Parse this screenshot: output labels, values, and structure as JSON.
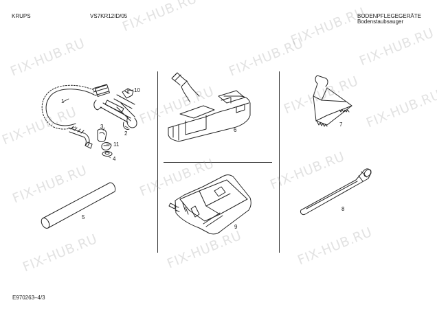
{
  "header": {
    "brand": "KRUPS",
    "model": "VS7KR12ID/05",
    "category": "BODENPFLEGEGERÄTE",
    "subcategory": "Bodenstaubsauger"
  },
  "footer": {
    "doc_id": "E970263–4/3"
  },
  "watermark": "FIX-HUB.RU",
  "parts": {
    "p1": "1",
    "p2": "2",
    "p3": "3",
    "p4": "4",
    "p5": "5",
    "p6": "6",
    "p7": "7",
    "p8": "8",
    "p9": "9",
    "p10": "10",
    "p11": "11"
  }
}
